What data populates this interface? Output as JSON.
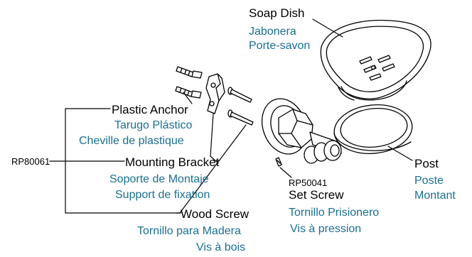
{
  "colors": {
    "line": "#000000",
    "translation_text": "#1a6f93",
    "english_text": "#000000"
  },
  "part_numbers": {
    "bracket_kit": "RP80061",
    "set_screw": "RP50041"
  },
  "soap_dish": {
    "en": "Soap Dish",
    "es": "Jabonera",
    "fr": "Porte-savon"
  },
  "plastic_anchor": {
    "en": "Plastic Anchor",
    "es": "Tarugo Plástico",
    "fr": "Cheville de plastique"
  },
  "mounting_bracket": {
    "en": "Mounting Bracket",
    "es": "Soporte de Montaje",
    "fr": "Support de fixation"
  },
  "wood_screw": {
    "en": "Wood Screw",
    "es": "Tornillo para Madera",
    "fr": "Vis à bois"
  },
  "set_screw": {
    "en": "Set Screw",
    "es": "Tornillo Prisionero",
    "fr": "Vis à pression"
  },
  "post": {
    "en": "Post",
    "es": "Poste",
    "fr": "Montant"
  }
}
